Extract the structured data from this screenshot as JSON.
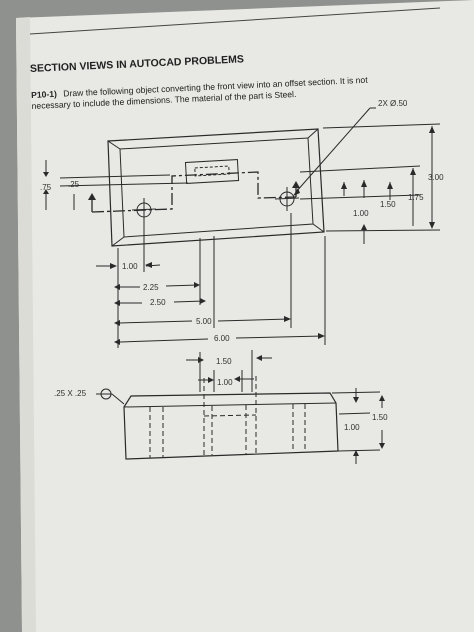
{
  "document": {
    "heading": "SECTION VIEWS IN AUTOCAD PROBLEMS",
    "problem_number": "P10-1)",
    "instruction_line1": "Draw the following object converting the front view into an offset section.  It is not",
    "instruction_line2": "necessary to include the dimensions.  The material of the part is Steel."
  },
  "dimensions": {
    "hole_callout": "2X Ø.50",
    "left_75": ".75",
    "left_25": ".25",
    "right_300": "3.00",
    "right_175": "1.75",
    "right_150": "1.50",
    "right_100": "1.00",
    "bottom_100": "1.00",
    "bottom_225": "2.25",
    "bottom_250": "2.50",
    "bottom_500": "5.00",
    "bottom_600": "6.00",
    "top_150": "1.50",
    "top_100": "1.00",
    "chamfer_callout": ".25 X .25",
    "side_150": "1.50",
    "side_100": "1.00"
  },
  "colors": {
    "paper": "#e9e9e5",
    "ink": "#2a2a2a",
    "background": "#8e918d"
  }
}
